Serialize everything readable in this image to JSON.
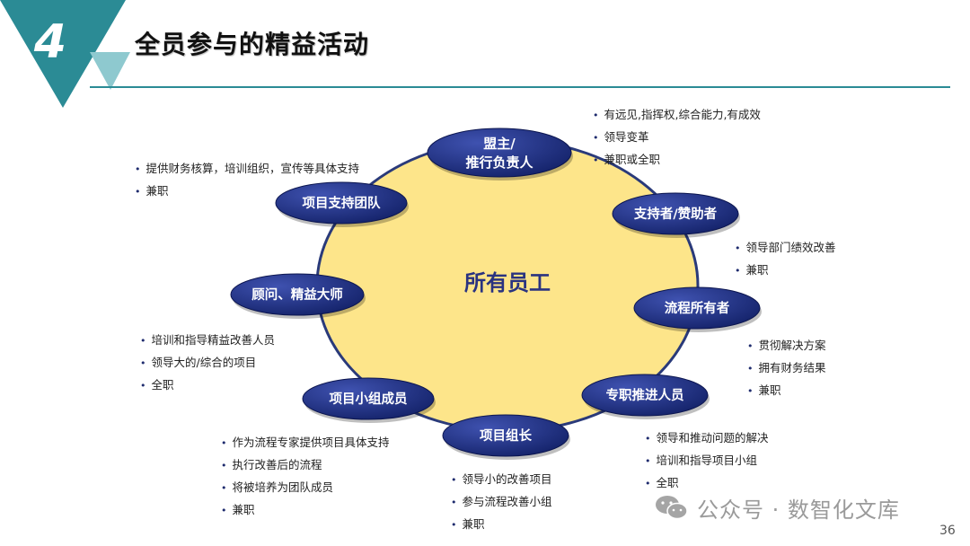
{
  "header": {
    "number": "4",
    "title": "全员参与的精益活动"
  },
  "diagram": {
    "center": "所有员工",
    "nodes": [
      {
        "lines": [
          "盟主/",
          "推行负责人"
        ],
        "bullets": [
          "有远见,指挥权,综合能力,有成效",
          "领导变革",
          "兼职或全职"
        ]
      },
      {
        "lines": [
          "支持者/赞助者"
        ],
        "bullets": [
          "领导部门绩效改善",
          "兼职"
        ]
      },
      {
        "lines": [
          "流程所有者"
        ],
        "bullets": [
          "贯彻解决方案",
          "拥有财务结果",
          "兼职"
        ]
      },
      {
        "lines": [
          "专职推进人员"
        ],
        "bullets": [
          "领导和推动问题的解决",
          "培训和指导项目小组",
          "全职"
        ]
      },
      {
        "lines": [
          "项目组长"
        ],
        "bullets": [
          "领导小的改善项目",
          "参与流程改善小组",
          "兼职"
        ]
      },
      {
        "lines": [
          "项目小组成员"
        ],
        "bullets": [
          "作为流程专家提供项目具体支持",
          "执行改善后的流程",
          "将被培养为团队成员",
          "兼职"
        ]
      },
      {
        "lines": [
          "顾问、精益大师"
        ],
        "bullets": [
          "培训和指导精益改善人员",
          "领导大的/综合的项目",
          "全职"
        ]
      },
      {
        "lines": [
          "项目支持团队"
        ],
        "bullets": [
          "提供财务核算，培训组织，宣传等具体支持",
          "兼职"
        ]
      }
    ]
  },
  "watermark": {
    "text": "公众号 · 数智化文库"
  },
  "page_number": "36",
  "colors": {
    "teal": "#2b8b95",
    "navy": "#1f2c6e",
    "center_fill": "#fde58a",
    "center_stroke": "#2a3a7a"
  }
}
